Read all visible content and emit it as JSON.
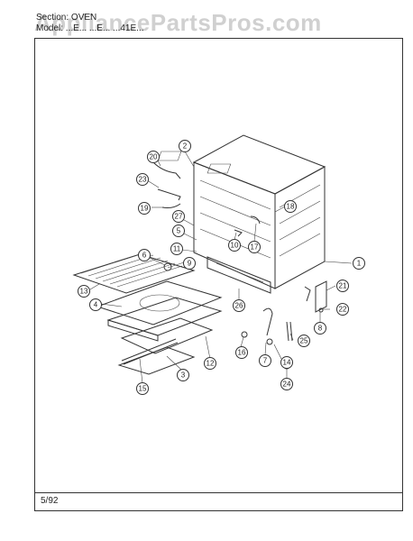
{
  "header": {
    "section": "Section: OVEN",
    "model": "Model: ...E... ...E... ...41E..."
  },
  "watermark": "AppliancePartsPros.com",
  "footer": {
    "date": "5/92"
  },
  "callouts": [
    "1",
    "2",
    "3",
    "4",
    "5",
    "6",
    "7",
    "8",
    "9",
    "10",
    "11",
    "12",
    "13",
    "14",
    "15",
    "16",
    "17",
    "18",
    "19",
    "20",
    "21",
    "22",
    "23",
    "24",
    "25",
    "26",
    "27"
  ]
}
